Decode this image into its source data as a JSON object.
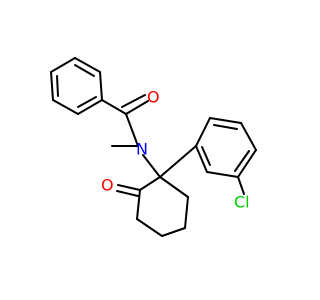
{
  "diagram": {
    "type": "skeletal-formula",
    "colors": {
      "bond": "#000000",
      "oxygen": "#ff0000",
      "nitrogen": "#0000ff",
      "chlorine": "#00cc00",
      "background": "#ffffff"
    },
    "atom_labels": {
      "carbonyl_oxygen_amide": "O",
      "amide_nitrogen": "N",
      "ketone_oxygen": "O",
      "chlorine": "Cl"
    }
  }
}
